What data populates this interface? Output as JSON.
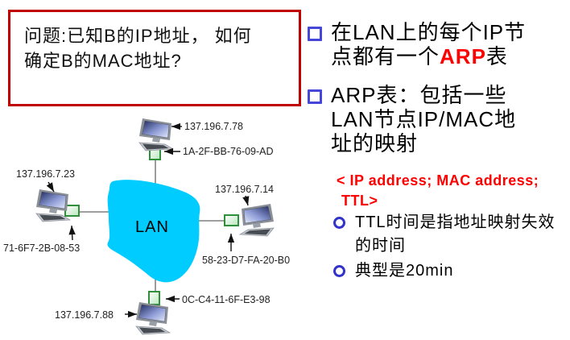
{
  "title_box": {
    "line1": "问题:已知B的IP地址， 如何",
    "line2": "确定B的MAC地址?"
  },
  "right_column": {
    "bullet1": {
      "line1": "在LAN上的每个IP节",
      "line2_pre": "点都有一个",
      "line2_highlight": "ARP",
      "line2_post": "表"
    },
    "bullet2": {
      "line1": "ARP表：包括一些",
      "line2": "LAN节点IP/MAC地",
      "line3": "址的映射"
    },
    "red_note": {
      "line1": "< IP address; MAC address;",
      "line2": "TTL>"
    },
    "sub_bullet1": {
      "line1": "TTL时间是指地址映射失效",
      "line2": "的时间"
    },
    "sub_bullet2": {
      "line1": "典型是20min"
    }
  },
  "diagram": {
    "lan_label": "LAN",
    "nodes": [
      {
        "position": "top",
        "ip": "137.196.7.78",
        "mac": "1A-2F-BB-76-09-AD"
      },
      {
        "position": "left",
        "ip": "137.196.7.23",
        "mac": "71-6F7-2B-08-53"
      },
      {
        "position": "right",
        "ip": "137.196.7.14",
        "mac": "58-23-D7-FA-20-B0"
      },
      {
        "position": "bottom",
        "ip": "137.196.7.88",
        "mac": "0C-C4-11-6F-E3-98"
      }
    ]
  },
  "icons": {
    "square-bullet-icon": "hollow blue square",
    "circle-bullet-icon": "hollow blue circle",
    "computer-icon": "desktop pc",
    "network-adapter-icon": "green adapter box",
    "arrow-icon": "black pointer arrow"
  },
  "colors": {
    "box_border_red": "#c00000",
    "text_red": "#ff0000",
    "bullet_blue": "#4646d8",
    "lan_fill": "#00ccff",
    "adapter_green": "#2f8f3a"
  }
}
